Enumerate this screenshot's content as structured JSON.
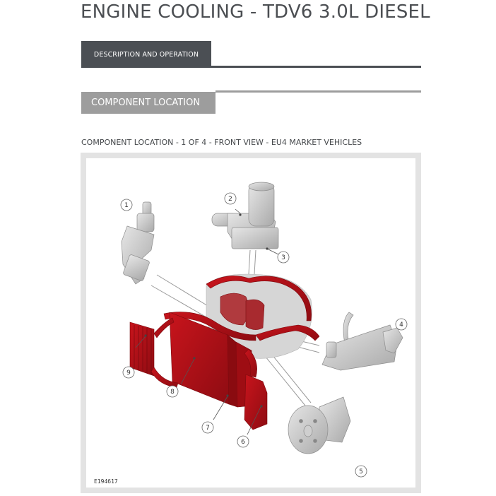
{
  "page": {
    "title": "ENGINE COOLING - TDV6 3.0L DIESEL"
  },
  "tabs": {
    "description": {
      "label": "DESCRIPTION AND OPERATION",
      "color": "#4b4f54"
    },
    "component": {
      "label": "COMPONENT LOCATION",
      "color": "#9d9d9d"
    }
  },
  "figure": {
    "caption": "COMPONENT LOCATION - 1 OF 4 - FRONT VIEW - EU4 MARKET VEHICLES",
    "figure_id": "E194617",
    "highlight_color": "#b5141b",
    "callouts": [
      {
        "num": "1"
      },
      {
        "num": "2"
      },
      {
        "num": "3"
      },
      {
        "num": "4"
      },
      {
        "num": "5"
      },
      {
        "num": "6"
      },
      {
        "num": "7"
      },
      {
        "num": "8"
      },
      {
        "num": "9"
      }
    ]
  }
}
